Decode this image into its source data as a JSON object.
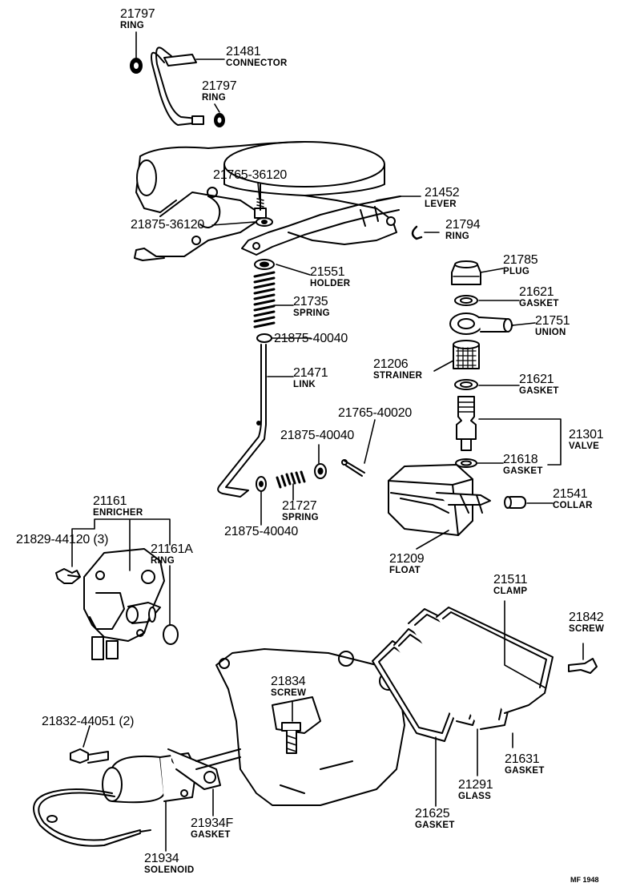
{
  "diagram": {
    "ref_code": "MF 1948",
    "parts": [
      {
        "number": "21797",
        "name": "RING"
      },
      {
        "number": "21481",
        "name": "CONNECTOR"
      },
      {
        "number": "21797",
        "name": "RING"
      },
      {
        "number": "21765-36120",
        "name": ""
      },
      {
        "number": "21452",
        "name": "LEVER"
      },
      {
        "number": "21875-36120",
        "name": ""
      },
      {
        "number": "21794",
        "name": "RING"
      },
      {
        "number": "21551",
        "name": "HOLDER"
      },
      {
        "number": "21785",
        "name": "PLUG"
      },
      {
        "number": "21735",
        "name": "SPRING"
      },
      {
        "number": "21621",
        "name": "GASKET"
      },
      {
        "number": "21875-40040",
        "name": ""
      },
      {
        "number": "21751",
        "name": "UNION"
      },
      {
        "number": "21206",
        "name": "STRAINER"
      },
      {
        "number": "21471",
        "name": "LINK"
      },
      {
        "number": "21621",
        "name": "GASKET"
      },
      {
        "number": "21765-40020",
        "name": ""
      },
      {
        "number": "21875-40040",
        "name": ""
      },
      {
        "number": "21301",
        "name": "VALVE"
      },
      {
        "number": "21618",
        "name": "GASKET"
      },
      {
        "number": "21727",
        "name": "SPRING"
      },
      {
        "number": "21541",
        "name": "COLLAR"
      },
      {
        "number": "21875-40040",
        "name": ""
      },
      {
        "number": "21161",
        "name": "ENRICHER"
      },
      {
        "number": "21829-44120 (3)",
        "name": ""
      },
      {
        "number": "21161A",
        "name": "RING"
      },
      {
        "number": "21209",
        "name": "FLOAT"
      },
      {
        "number": "21511",
        "name": "CLAMP"
      },
      {
        "number": "21842",
        "name": "SCREW"
      },
      {
        "number": "21834",
        "name": "SCREW"
      },
      {
        "number": "21832-44051 (2)",
        "name": ""
      },
      {
        "number": "21631",
        "name": "GASKET"
      },
      {
        "number": "21291",
        "name": "GLASS"
      },
      {
        "number": "21934F",
        "name": "GASKET"
      },
      {
        "number": "21625",
        "name": "GASKET"
      },
      {
        "number": "21934",
        "name": "SOLENOID"
      }
    ]
  }
}
